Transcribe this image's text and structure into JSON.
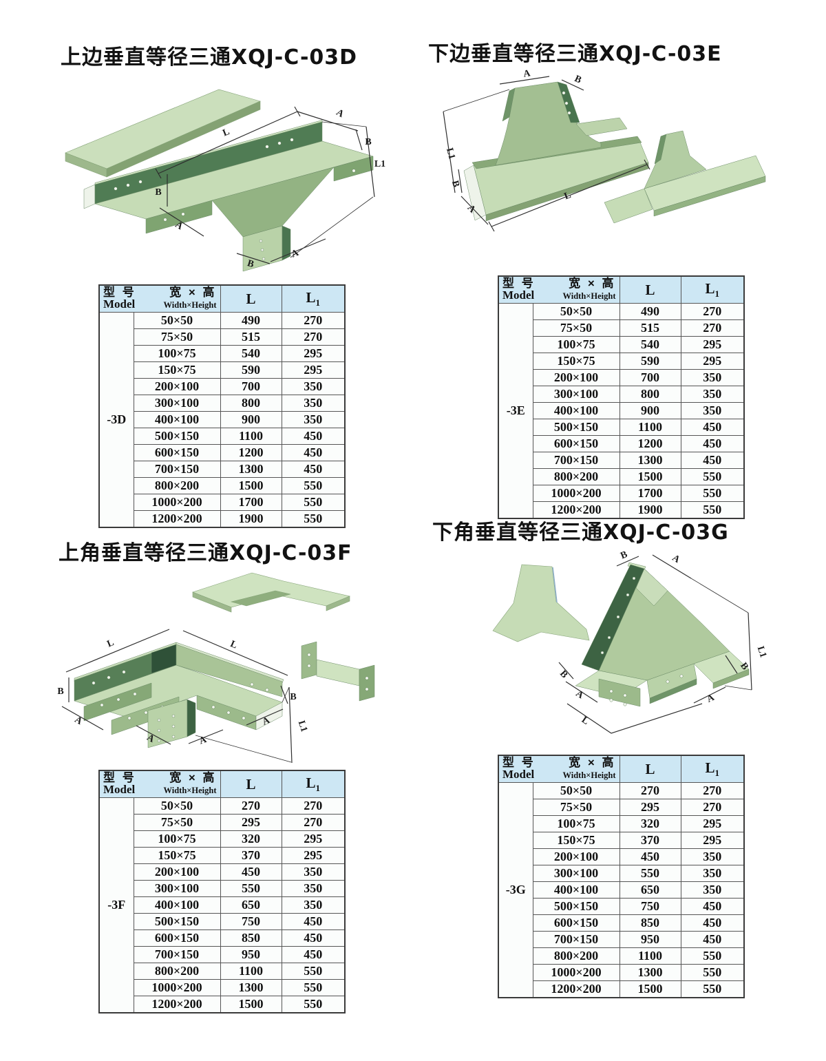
{
  "table_header": {
    "model_cn": "型 号",
    "model_en": "Model",
    "size_cn": "宽 × 高",
    "size_en": "Width×Height",
    "l": "L",
    "l1_main": "L",
    "l1_sub": "1"
  },
  "colors": {
    "header_bg": "#cde7f4",
    "green_light": "#c6dcb6",
    "green_mid": "#9cba8b",
    "green_dark": "#4a7550",
    "dim_line": "#2e2e2e"
  },
  "sections": [
    {
      "id": "03D",
      "title": "上边垂直等径三通XQJ-C-03D",
      "model_label": "-3D",
      "dims": [
        "L",
        "A",
        "B",
        "L1",
        "B",
        "A",
        "A",
        "B"
      ],
      "rows": [
        {
          "size": "50×50",
          "l": "490",
          "l1": "270"
        },
        {
          "size": "75×50",
          "l": "515",
          "l1": "270"
        },
        {
          "size": "100×75",
          "l": "540",
          "l1": "295"
        },
        {
          "size": "150×75",
          "l": "590",
          "l1": "295"
        },
        {
          "size": "200×100",
          "l": "700",
          "l1": "350"
        },
        {
          "size": "300×100",
          "l": "800",
          "l1": "350"
        },
        {
          "size": "400×100",
          "l": "900",
          "l1": "350"
        },
        {
          "size": "500×150",
          "l": "1100",
          "l1": "450"
        },
        {
          "size": "600×150",
          "l": "1200",
          "l1": "450"
        },
        {
          "size": "700×150",
          "l": "1300",
          "l1": "450"
        },
        {
          "size": "800×200",
          "l": "1500",
          "l1": "550"
        },
        {
          "size": "1000×200",
          "l": "1700",
          "l1": "550"
        },
        {
          "size": "1200×200",
          "l": "1900",
          "l1": "550"
        }
      ]
    },
    {
      "id": "03E",
      "title": "下边垂直等径三通XQJ-C-03E",
      "model_label": "-3E",
      "dims": [
        "A",
        "B",
        "L1",
        "B",
        "A",
        "L"
      ],
      "rows": [
        {
          "size": "50×50",
          "l": "490",
          "l1": "270"
        },
        {
          "size": "75×50",
          "l": "515",
          "l1": "270"
        },
        {
          "size": "100×75",
          "l": "540",
          "l1": "295"
        },
        {
          "size": "150×75",
          "l": "590",
          "l1": "295"
        },
        {
          "size": "200×100",
          "l": "700",
          "l1": "350"
        },
        {
          "size": "300×100",
          "l": "800",
          "l1": "350"
        },
        {
          "size": "400×100",
          "l": "900",
          "l1": "350"
        },
        {
          "size": "500×150",
          "l": "1100",
          "l1": "450"
        },
        {
          "size": "600×150",
          "l": "1200",
          "l1": "450"
        },
        {
          "size": "700×150",
          "l": "1300",
          "l1": "450"
        },
        {
          "size": "800×200",
          "l": "1500",
          "l1": "550"
        },
        {
          "size": "1000×200",
          "l": "1700",
          "l1": "550"
        },
        {
          "size": "1200×200",
          "l": "1900",
          "l1": "550"
        }
      ]
    },
    {
      "id": "03F",
      "title": "上角垂直等径三通XQJ-C-03F",
      "model_label": "-3F",
      "dims": [
        "L",
        "L",
        "B",
        "A",
        "A",
        "A",
        "B",
        "A",
        "L1"
      ],
      "rows": [
        {
          "size": "50×50",
          "l": "270",
          "l1": "270"
        },
        {
          "size": "75×50",
          "l": "295",
          "l1": "270"
        },
        {
          "size": "100×75",
          "l": "320",
          "l1": "295"
        },
        {
          "size": "150×75",
          "l": "370",
          "l1": "295"
        },
        {
          "size": "200×100",
          "l": "450",
          "l1": "350"
        },
        {
          "size": "300×100",
          "l": "550",
          "l1": "350"
        },
        {
          "size": "400×100",
          "l": "650",
          "l1": "350"
        },
        {
          "size": "500×150",
          "l": "750",
          "l1": "450"
        },
        {
          "size": "600×150",
          "l": "850",
          "l1": "450"
        },
        {
          "size": "700×150",
          "l": "950",
          "l1": "450"
        },
        {
          "size": "800×200",
          "l": "1100",
          "l1": "550"
        },
        {
          "size": "1000×200",
          "l": "1300",
          "l1": "550"
        },
        {
          "size": "1200×200",
          "l": "1500",
          "l1": "550"
        }
      ]
    },
    {
      "id": "03G",
      "title": "下角垂直等径三通XQJ-C-03G",
      "model_label": "-3G",
      "dims": [
        "B",
        "A",
        "L1",
        "B",
        "A",
        "B",
        "A",
        "L"
      ],
      "rows": [
        {
          "size": "50×50",
          "l": "270",
          "l1": "270"
        },
        {
          "size": "75×50",
          "l": "295",
          "l1": "270"
        },
        {
          "size": "100×75",
          "l": "320",
          "l1": "295"
        },
        {
          "size": "150×75",
          "l": "370",
          "l1": "295"
        },
        {
          "size": "200×100",
          "l": "450",
          "l1": "350"
        },
        {
          "size": "300×100",
          "l": "550",
          "l1": "350"
        },
        {
          "size": "400×100",
          "l": "650",
          "l1": "350"
        },
        {
          "size": "500×150",
          "l": "750",
          "l1": "450"
        },
        {
          "size": "600×150",
          "l": "850",
          "l1": "450"
        },
        {
          "size": "700×150",
          "l": "950",
          "l1": "450"
        },
        {
          "size": "800×200",
          "l": "1100",
          "l1": "550"
        },
        {
          "size": "1000×200",
          "l": "1300",
          "l1": "550"
        },
        {
          "size": "1200×200",
          "l": "1500",
          "l1": "550"
        }
      ]
    }
  ]
}
